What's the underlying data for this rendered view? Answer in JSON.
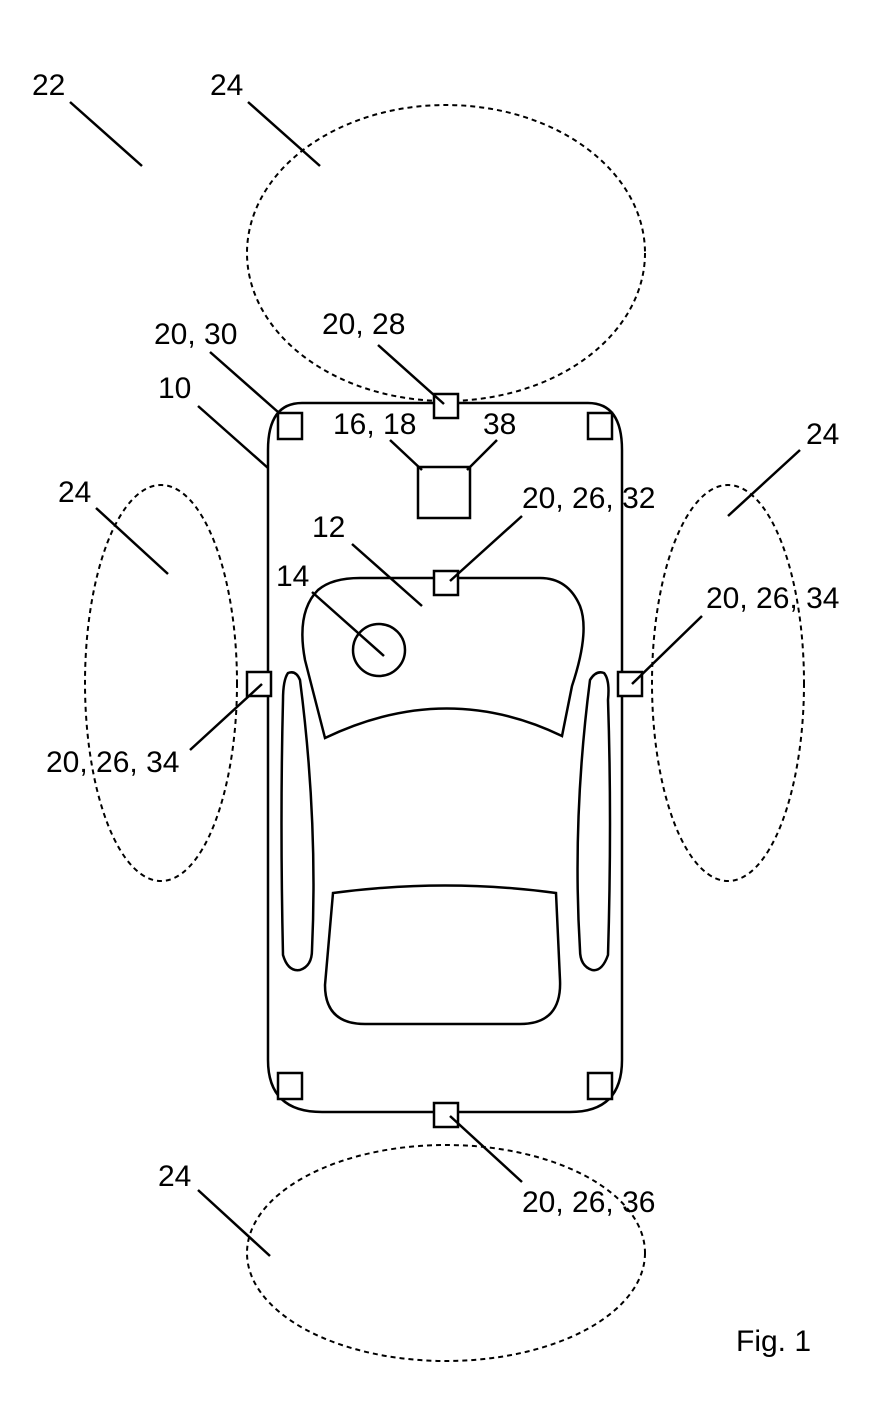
{
  "figure": {
    "caption": "Fig. 1",
    "labels": {
      "system": "22",
      "zone_front": "24",
      "zone_left": "24",
      "zone_right": "24",
      "zone_rear": "24",
      "vehicle": "10",
      "sensor_front_left": "20, 30",
      "sensor_front_center": "20, 28",
      "control_unit": "16, 18",
      "control_box": "38",
      "sensor_windshield": "20, 26, 32",
      "car_body": "12",
      "occupant": "14",
      "sensor_right": "20, 26, 34",
      "sensor_left": "20, 26, 34",
      "sensor_rear": "20, 26, 36"
    }
  }
}
